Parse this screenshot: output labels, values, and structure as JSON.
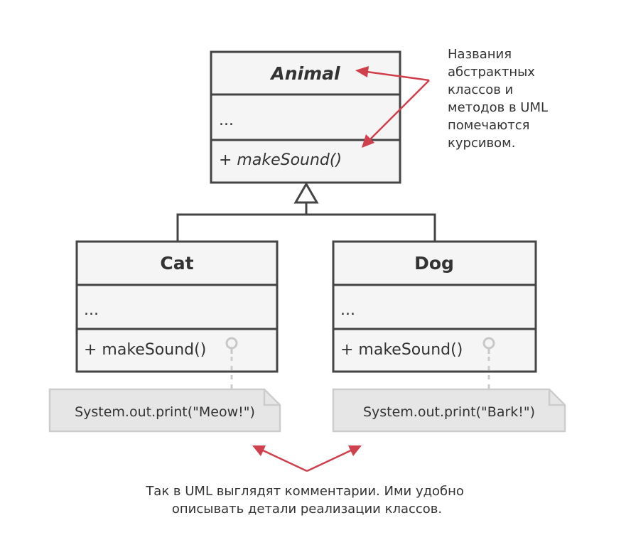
{
  "classes": {
    "animal": {
      "name": "Animal",
      "fields": "...",
      "method": "+ makeSound()"
    },
    "cat": {
      "name": "Cat",
      "fields": "...",
      "method": "+ makeSound()"
    },
    "dog": {
      "name": "Dog",
      "fields": "...",
      "method": "+ makeSound()"
    }
  },
  "notes": {
    "cat": "System.out.print(\"Meow!\")",
    "dog": "System.out.print(\"Bark!\")"
  },
  "annotations": {
    "abstract": [
      "Названия",
      "абстрактных",
      "классов и",
      "методов в UML",
      "помечаются",
      "курсивом."
    ],
    "comments": [
      "Так в UML выглядят комментарии. Ими удобно",
      "описывать детали реализации классов."
    ]
  },
  "colors": {
    "box_fill": "#f5f5f5",
    "outline": "#444444",
    "note_fill": "#e6e6e6",
    "accent_red": "#d0404c"
  }
}
